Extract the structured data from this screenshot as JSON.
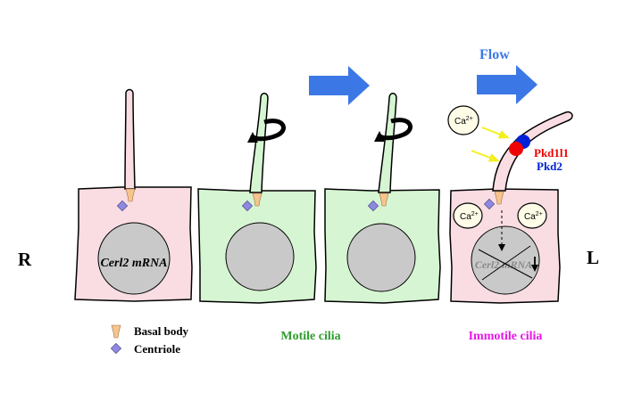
{
  "side_labels": {
    "right": "R",
    "left": "L"
  },
  "flow": {
    "label": "Flow"
  },
  "cells": {
    "first_nucleus_text": "Cerl2 mRNA",
    "last_nucleus_text": "Cerl2 mRNA"
  },
  "calcium": {
    "label": "Ca",
    "charge": "2+"
  },
  "channels": {
    "pkd1l1": "Pkd1l1",
    "pkd2": "Pkd2"
  },
  "legend": {
    "basal_body": "Basal body",
    "centriole": "Centriole"
  },
  "captions": {
    "motile": "Motile cilia",
    "immotile": "Immotile cilia"
  },
  "colors": {
    "immotile_cell": "#f9dde3",
    "motile_cell": "#d6f5d2",
    "nucleus": "#c9c9c9",
    "basal_body": "#f6c48e",
    "centriole": "#8f88e0",
    "flow_arrow": "#3b78e6",
    "pkd1l1": "#f00000",
    "pkd2": "#0020d8",
    "calcium_fill": "#fffde8",
    "calcium_arrow": "#f4ef1c",
    "motile_caption": "#2f9e2f",
    "immotile_caption": "#e815e8"
  }
}
